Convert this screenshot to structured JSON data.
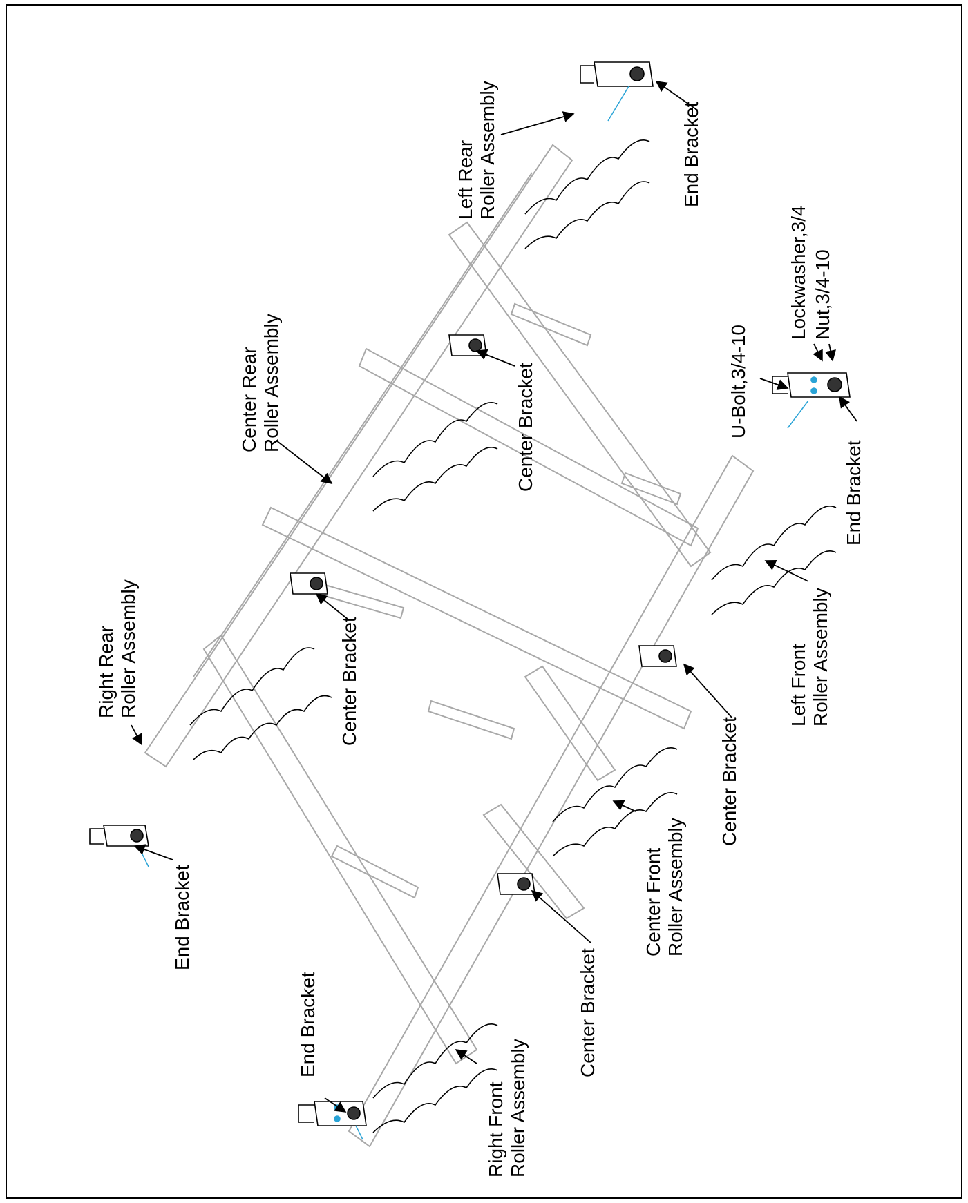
{
  "figure": {
    "line_color": "#a8a8a8",
    "ink_color": "#000000",
    "hardware_color": "#29a3d6",
    "labels": {
      "left_rear_roller": [
        "Left Rear",
        "Roller Assembly"
      ],
      "end_bracket_left_rear": [
        "End Bracket"
      ],
      "center_rear_roller": [
        "Center Rear",
        "Roller Assembly"
      ],
      "center_bracket_rear_left": [
        "Center Bracket"
      ],
      "right_rear_roller": [
        "Right Rear",
        "Roller Assembly"
      ],
      "center_bracket_rear_right": [
        "Center Bracket"
      ],
      "end_bracket_right_rear": [
        "End Bracket"
      ],
      "u_bolt": [
        "U-Bolt,3/4-10"
      ],
      "lockwasher": [
        "Lockwasher,3/4"
      ],
      "nut": [
        "Nut,3/4-10"
      ],
      "end_bracket_left_front": [
        "End Bracket"
      ],
      "left_front_roller": [
        "Left Front",
        "Roller Assembly"
      ],
      "center_bracket_front_left": [
        "Center Bracket"
      ],
      "center_front_roller": [
        "Center Front",
        "Roller Assembly"
      ],
      "center_bracket_front_right": [
        "Center Bracket"
      ],
      "right_front_roller": [
        "Right Front",
        "Roller Assembly"
      ],
      "end_bracket_right_front": [
        "End Bracket"
      ]
    }
  }
}
